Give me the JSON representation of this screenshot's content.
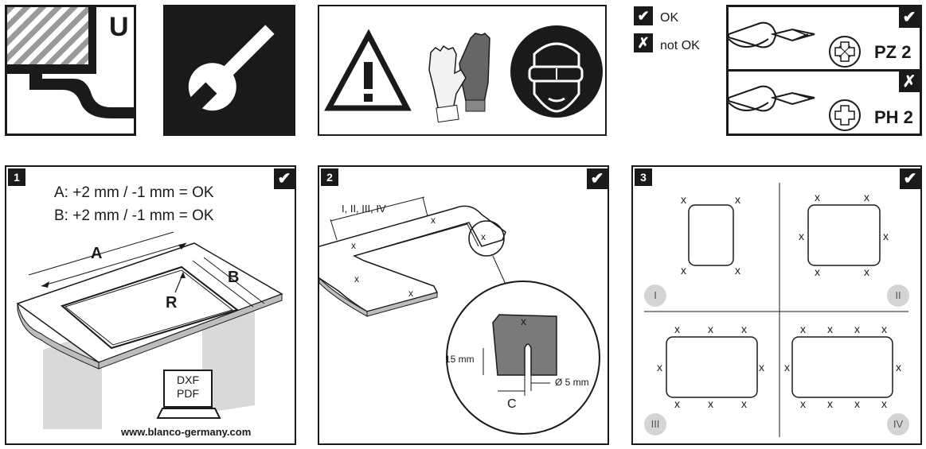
{
  "top": {
    "u_symbol": "U",
    "legend": {
      "ok_mark": "✔",
      "ok_label": "OK",
      "notok_mark": "✗",
      "notok_label": "not OK"
    },
    "screwdrivers": [
      {
        "label": "PZ 2",
        "status_mark": "✔"
      },
      {
        "label": "PH 2",
        "status_mark": "✗"
      }
    ]
  },
  "panel1": {
    "number": "1",
    "check": "✔",
    "line_a": "A: +2 mm / -1 mm = OK",
    "line_b": "B: +2 mm / -1 mm = OK",
    "label_a": "A",
    "label_b": "B",
    "label_r": "R",
    "file_type_1": "DXF",
    "file_type_2": "PDF",
    "website": "www.blanco-germany.com"
  },
  "panel2": {
    "number": "2",
    "check": "✔",
    "roman_label": "I, II, III, IV",
    "mark": "x",
    "dim_height": "15 mm",
    "dim_diameter": "Ø 5 mm",
    "label_c": "C"
  },
  "panel3": {
    "number": "3",
    "check": "✔",
    "mark": "x",
    "quadrants": [
      "I",
      "II",
      "III",
      "IV"
    ]
  },
  "colors": {
    "ink": "#1a1a1a",
    "worktop_grey": "#bdbdbd",
    "leg_grey": "#d9d9d9",
    "hatch_grey": "#9a9a9a"
  }
}
